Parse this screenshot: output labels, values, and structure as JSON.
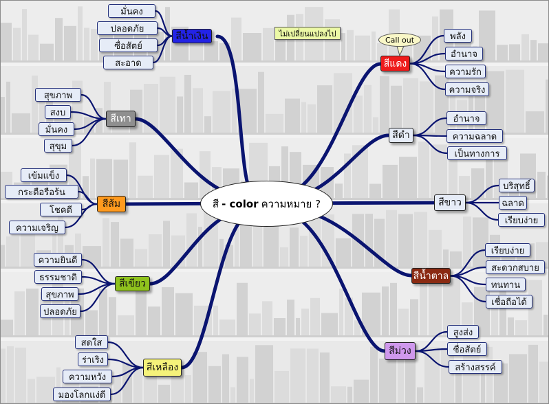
{
  "center": {
    "prefix": "สี",
    "english": "- color",
    "suffix": "ความหมาย ?"
  },
  "note": "ไม่เปลี่ยนแปลงไป",
  "callout": "Call out",
  "colors": {
    "link": "#0a1470",
    "leaf_bg": "#e6ecf7",
    "leaf_border": "#24307a"
  },
  "branches": [
    {
      "id": "blue",
      "label": "สีน้ำเงิน",
      "color": "#2323e6",
      "text": "#111111",
      "items": [
        "มั่นคง",
        "ปลอดภัย",
        "ซื่อสัตย์",
        "สะอาด"
      ]
    },
    {
      "id": "gray",
      "label": "สีเทา",
      "color": "#8f8f8f",
      "text": "#ffffff",
      "items": [
        "สุขภาพ",
        "สงบ",
        "มั่นคง",
        "สุขุม"
      ]
    },
    {
      "id": "orange",
      "label": "สีส้ม",
      "color": "#ff9a1e",
      "text": "#111111",
      "items": [
        "เข้มแข็ง",
        "กระตือรือร้น",
        "โชคดี",
        "ความเจริญ"
      ]
    },
    {
      "id": "green",
      "label": "สีเขียว",
      "color": "#8fc21d",
      "text": "#111111",
      "items": [
        "ความยินดี",
        "ธรรมชาติ",
        "สุขภาพ",
        "ปลอดภัย"
      ]
    },
    {
      "id": "yellow",
      "label": "สีเหลือง",
      "color": "#f5f27a",
      "text": "#111111",
      "items": [
        "สดใส",
        "ร่าเริง",
        "ความหวัง",
        "มองโลกแง่ดี"
      ]
    },
    {
      "id": "red",
      "label": "สีแดง",
      "color": "#ee1b1b",
      "text": "#ffffff",
      "items": [
        "พลัง",
        "อำนาจ",
        "ความรัก",
        "ความจริง"
      ]
    },
    {
      "id": "black",
      "label": "สีดำ",
      "color": "#e6ecf7",
      "text": "#111111",
      "items": [
        "อำนาจ",
        "ความฉลาด",
        "เป็นทางการ"
      ]
    },
    {
      "id": "white",
      "label": "สีขาว",
      "color": "#e6ecf7",
      "text": "#111111",
      "items": [
        "บริสุทธิ์",
        "ฉลาด",
        "เรียบง่าย"
      ]
    },
    {
      "id": "brown",
      "label": "สีน้ำตาล",
      "color": "#8a2a12",
      "text": "#ffffff",
      "items": [
        "เรียบง่าย",
        "สะดวกสบาย",
        "ทนทาน",
        "เชื่อถือได้"
      ]
    },
    {
      "id": "purple",
      "label": "สีม่วง",
      "color": "#cf98ec",
      "text": "#111111",
      "items": [
        "สูงส่ง",
        "ซื่อสัตย์",
        "สร้างสรรค์"
      ]
    }
  ]
}
